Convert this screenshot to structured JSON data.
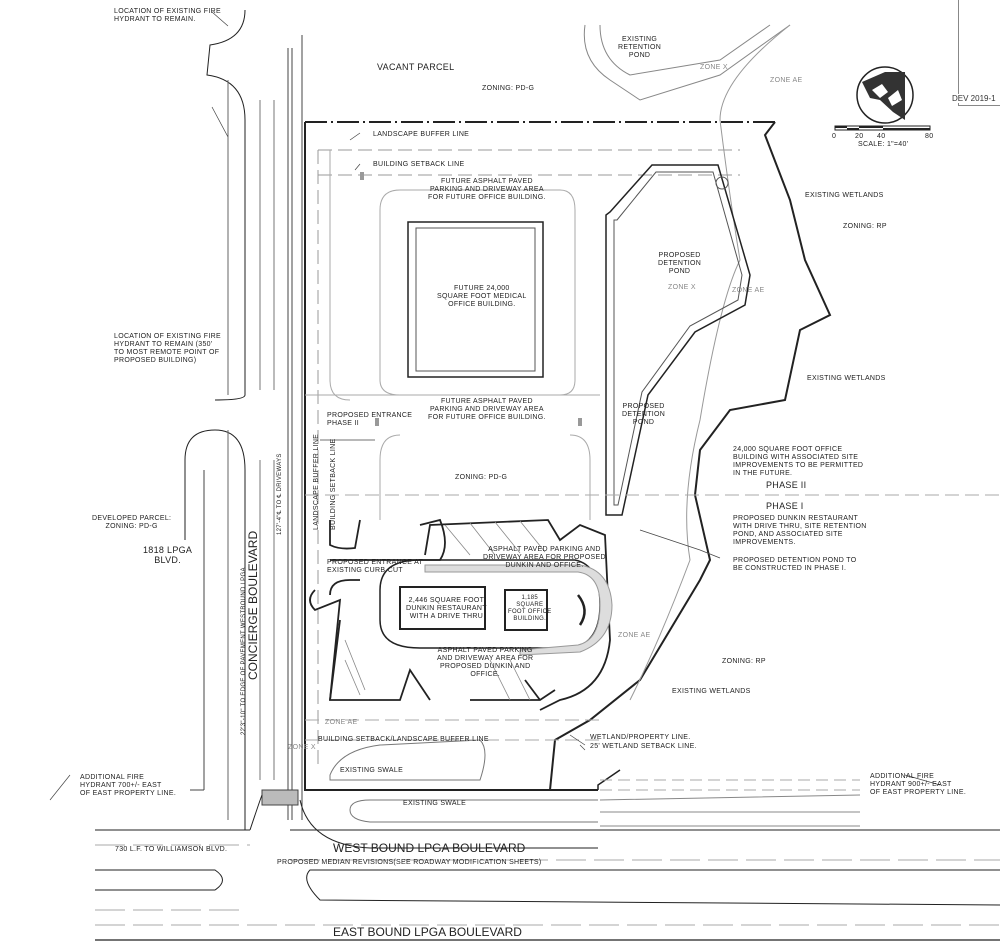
{
  "title_block": {
    "drawing_number": "DEV 2019-1"
  },
  "scale": {
    "ticks": [
      "0",
      "20",
      "40",
      "80"
    ],
    "label": "SCALE: 1\"=40'"
  },
  "labels": {
    "hydrant_top": "LOCATION OF EXISTING FIRE\nHYDRANT TO REMAIN.",
    "vacant_parcel": "VACANT PARCEL",
    "zoning_pdg_top": "ZONING: PD-G",
    "retention_pond": "EXISTING\nRETENTION\nPOND",
    "zone_x_top": "ZONE X",
    "zone_ae_top": "ZONE AE",
    "landscape_buffer": "LANDSCAPE BUFFER LINE",
    "building_setback": "BUILDING SETBACK LINE",
    "future_parking_top": "FUTURE ASPHALT PAVED\nPARKING AND DRIVEWAY AREA\nFOR FUTURE OFFICE BUILDING.",
    "future_building": "FUTURE 24,000\nSQUARE FOOT MEDICAL\nOFFICE BUILDING.",
    "existing_wetlands_1": "EXISTING WETLANDS",
    "zoning_rp_1": "ZONING: RP",
    "proposed_detention_1": "PROPOSED\nDETENTION\nPOND",
    "zone_x_pond": "ZONE X",
    "zone_ae_pond": "ZONE AE",
    "hydrant_mid": "LOCATION OF EXISTING FIRE\nHYDRANT TO REMAIN (350'\nTO MOST REMOTE POINT OF\nPROPOSED BUILDING)",
    "existing_wetlands_2": "EXISTING WETLANDS",
    "proposed_detention_2": "PROPOSED\nDETENTION\nPOND",
    "future_parking_bottom": "FUTURE ASPHALT PAVED\nPARKING AND DRIVEWAY AREA\nFOR FUTURE OFFICE BUILDING.",
    "entrance_phase2": "PROPOSED ENTRANCE\nPHASE II",
    "phase2_desc": "24,000 SQUARE FOOT OFFICE\nBUILDING WITH ASSOCIATED SITE\nIMPROVEMENTS TO BE PERMITTED\nIN THE FUTURE.",
    "phase2": "PHASE II",
    "phase1": "PHASE I",
    "phase1_desc": "PROPOSED DUNKIN RESTAURANT\nWITH DRIVE THRU, SITE RETENTION\nPOND, AND ASSOCIATED SITE\nIMPROVEMENTS.",
    "detention_phase1": "PROPOSED DETENTION POND TO\nBE CONSTRUCTED IN PHASE I.",
    "zoning_pdg_mid": "ZONING: PD-G",
    "developed_parcel": "DEVELOPED PARCEL:\nZONING: PD-G",
    "address": "1818 LPGA\nBLVD.",
    "concierge": "CONCIERGE BOULEVARD",
    "driveways_dim": "127'-4\"℄ TO ℄ DRIVEWAYS",
    "landscape_buffer_v": "LANDSCAPE BUFFER LINE",
    "building_setback_v": "BUILDING SETBACK LINE",
    "entrance_curb": "PROPOSED ENTRANCE AT\nEXISTING CURB CUT",
    "asphalt_top": "ASPHALT PAVED PARKING AND\nDRIVEWAY AREA FOR PROPOSED\nDUNKIN AND OFFICE.",
    "dunkin_building": "2,446 SQUARE FOOT\nDUNKIN RESTAURANT\nWITH A DRIVE THRU",
    "office_building": "1,185\nSQUARE\nFOOT OFFICE\nBUILDING.",
    "asphalt_bottom": "ASPHALT PAVED PARKING\nAND DRIVEWAY AREA FOR\nPROPOSED DUNKIN AND\nOFFICE.",
    "zone_ae_dunkin": "ZONE AE",
    "zoning_rp_2": "ZONING: RP",
    "existing_wetlands_3": "EXISTING WETLANDS",
    "edge_dim": "22'3\"-10\" TO EDGE OF PAVEMENT WESTBOUND LPGA",
    "zone_ae_bottom": "ZONE AE",
    "setback_buffer": "BUILDING SETBACK/LANDSCAPE BUFFER LINE",
    "zone_x_bottom": "ZONE X",
    "wetland_property": "WETLAND/PROPERTY LINE.",
    "wetland_setback": "25' WETLAND SETBACK LINE.",
    "existing_swale_1": "EXISTING SWALE",
    "existing_swale_2": "EXISTING SWALE",
    "hydrant_west": "ADDITIONAL FIRE\nHYDRANT 700+/- EAST\nOF EAST PROPERTY LINE.",
    "hydrant_east": "ADDITIONAL FIRE\nHYDRANT 900+/- EAST\nOF EAST PROPERTY LINE.",
    "williamson": "730 L.F. TO WILLIAMSON BLVD.",
    "westbound": "WEST BOUND LPGA BOULEVARD",
    "median": "PROPOSED MEDIAN REVISIONS(SEE ROADWAY MODIFICATION SHEETS)",
    "eastbound": "EAST BOUND LPGA BOULEVARD"
  }
}
